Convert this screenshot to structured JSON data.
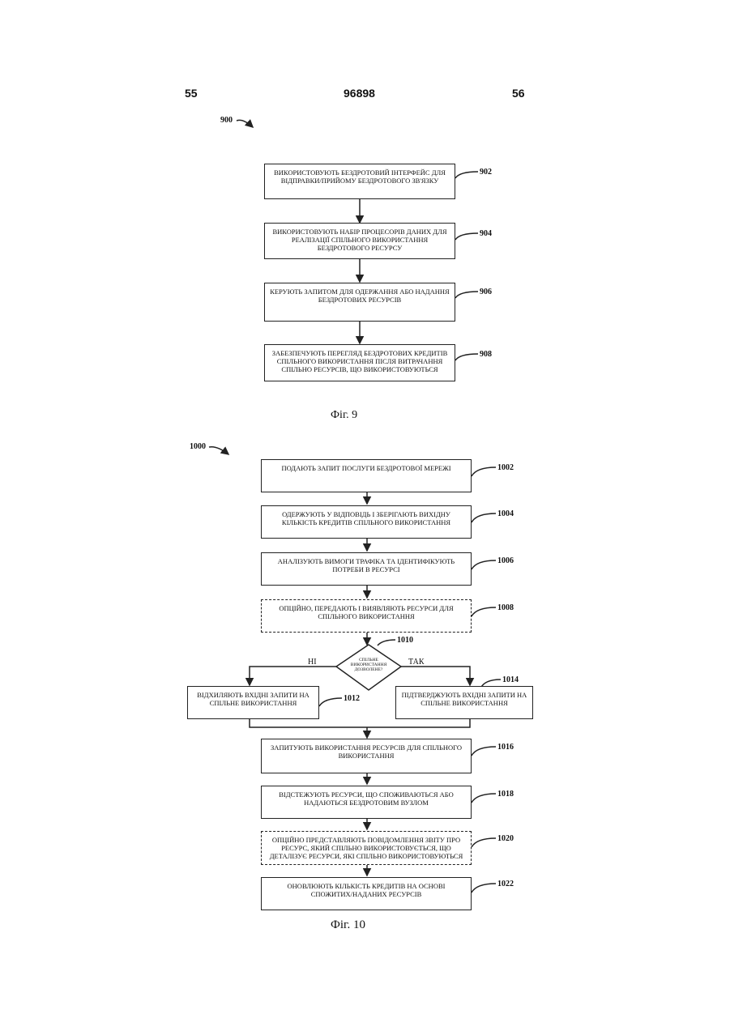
{
  "header": {
    "left": "55",
    "center": "96898",
    "right": "56"
  },
  "fig9": {
    "ref": "900",
    "caption": "Фіг. 9",
    "steps": [
      {
        "id": "902",
        "text": "ВИКОРИСТОВУЮТЬ БЕЗДРОТОВИЙ ІНТЕРФЕЙС ДЛЯ ВІДПРАВКИ/ПРИЙОМУ БЕЗДРОТОВОГО ЗВ'ЯЗКУ"
      },
      {
        "id": "904",
        "text": "ВИКОРИСТОВУЮТЬ НАБІР ПРОЦЕСОРІВ ДАНИХ ДЛЯ РЕАЛІЗАЦІЇ СПІЛЬНОГО ВИКОРИСТАННЯ БЕЗДРОТОВОГО РЕСУРСУ"
      },
      {
        "id": "906",
        "text": "КЕРУЮТЬ ЗАПИТОМ ДЛЯ ОДЕРЖАННЯ АБО НАДАННЯ БЕЗДРОТОВИХ РЕСУРСІВ"
      },
      {
        "id": "908",
        "text": "ЗАБЕЗПЕЧУЮТЬ ПЕРЕГЛЯД БЕЗДРОТОВИХ КРЕДИТІВ СПІЛЬНОГО ВИКОРИСТАННЯ ПІСЛЯ ВИТРАЧАННЯ СПІЛЬНО РЕСУРСІВ, ЩО ВИКОРИСТОВУЮТЬСЯ"
      }
    ]
  },
  "fig10": {
    "ref": "1000",
    "caption": "Фіг. 10",
    "steps": [
      {
        "id": "1002",
        "text": "ПОДАЮТЬ ЗАПИТ ПОСЛУГИ БЕЗДРОТОВОЇ МЕРЕЖІ"
      },
      {
        "id": "1004",
        "text": "ОДЕРЖУЮТЬ У ВІДПОВІДЬ І ЗБЕРІГАЮТЬ ВИХІДНУ КІЛЬКІСТЬ КРЕДИТІВ СПІЛЬНОГО ВИКОРИСТАННЯ"
      },
      {
        "id": "1006",
        "text": "АНАЛІЗУЮТЬ ВИМОГИ ТРАФІКА ТА ІДЕНТИФІКУЮТЬ ПОТРЕБИ В РЕСУРСІ"
      },
      {
        "id": "1008",
        "text": "ОПЦІЙНО, ПЕРЕДАЮТЬ І ВИЯВЛЯЮТЬ РЕСУРСИ ДЛЯ СПІЛЬНОГО ВИКОРИСТАННЯ"
      },
      {
        "id": "1016",
        "text": "ЗАПИТУЮТЬ ВИКОРИСТАННЯ РЕСУРСІВ ДЛЯ СПІЛЬНОГО ВИКОРИСТАННЯ"
      },
      {
        "id": "1018",
        "text": "ВІДСТЕЖУЮТЬ РЕСУРСИ, ЩО СПОЖИВАЮТЬСЯ АБО НАДАЮТЬСЯ БЕЗДРОТОВИМ ВУЗЛОМ"
      },
      {
        "id": "1020",
        "text": "ОПЦІЙНО ПРЕДСТАВЛЯЮТЬ ПОВІДОМЛЕННЯ ЗВІТУ ПРО РЕСУРС, ЯКИЙ СПІЛЬНО ВИКОРИСТОВУЄТЬСЯ, ЩО ДЕТАЛІЗУЄ РЕСУРСИ, ЯКІ СПІЛЬНО ВИКОРИСТОВУЮТЬСЯ"
      },
      {
        "id": "1022",
        "text": "ОНОВЛЮЮТЬ КІЛЬКІСТЬ КРЕДИТІВ НА ОСНОВІ СПОЖИТИХ/НАДАНИХ РЕСУРСІВ"
      }
    ],
    "decision": {
      "id": "1010",
      "text": "СПІЛЬНЕ ВИКОРИСТАННЯ ДОЗВОЛЕНЕ?",
      "no": "НІ",
      "yes": "ТАК"
    },
    "no_branch": {
      "id": "1012",
      "text": "ВІДХИЛЯЮТЬ ВХІДНІ ЗАПИТИ НА СПІЛЬНЕ ВИКОРИСТАННЯ"
    },
    "yes_branch": {
      "id": "1014",
      "text": "ПІДТВЕРДЖУЮТЬ ВХІДНІ ЗАПИТИ НА СПІЛЬНЕ ВИКОРИСТАННЯ"
    }
  }
}
